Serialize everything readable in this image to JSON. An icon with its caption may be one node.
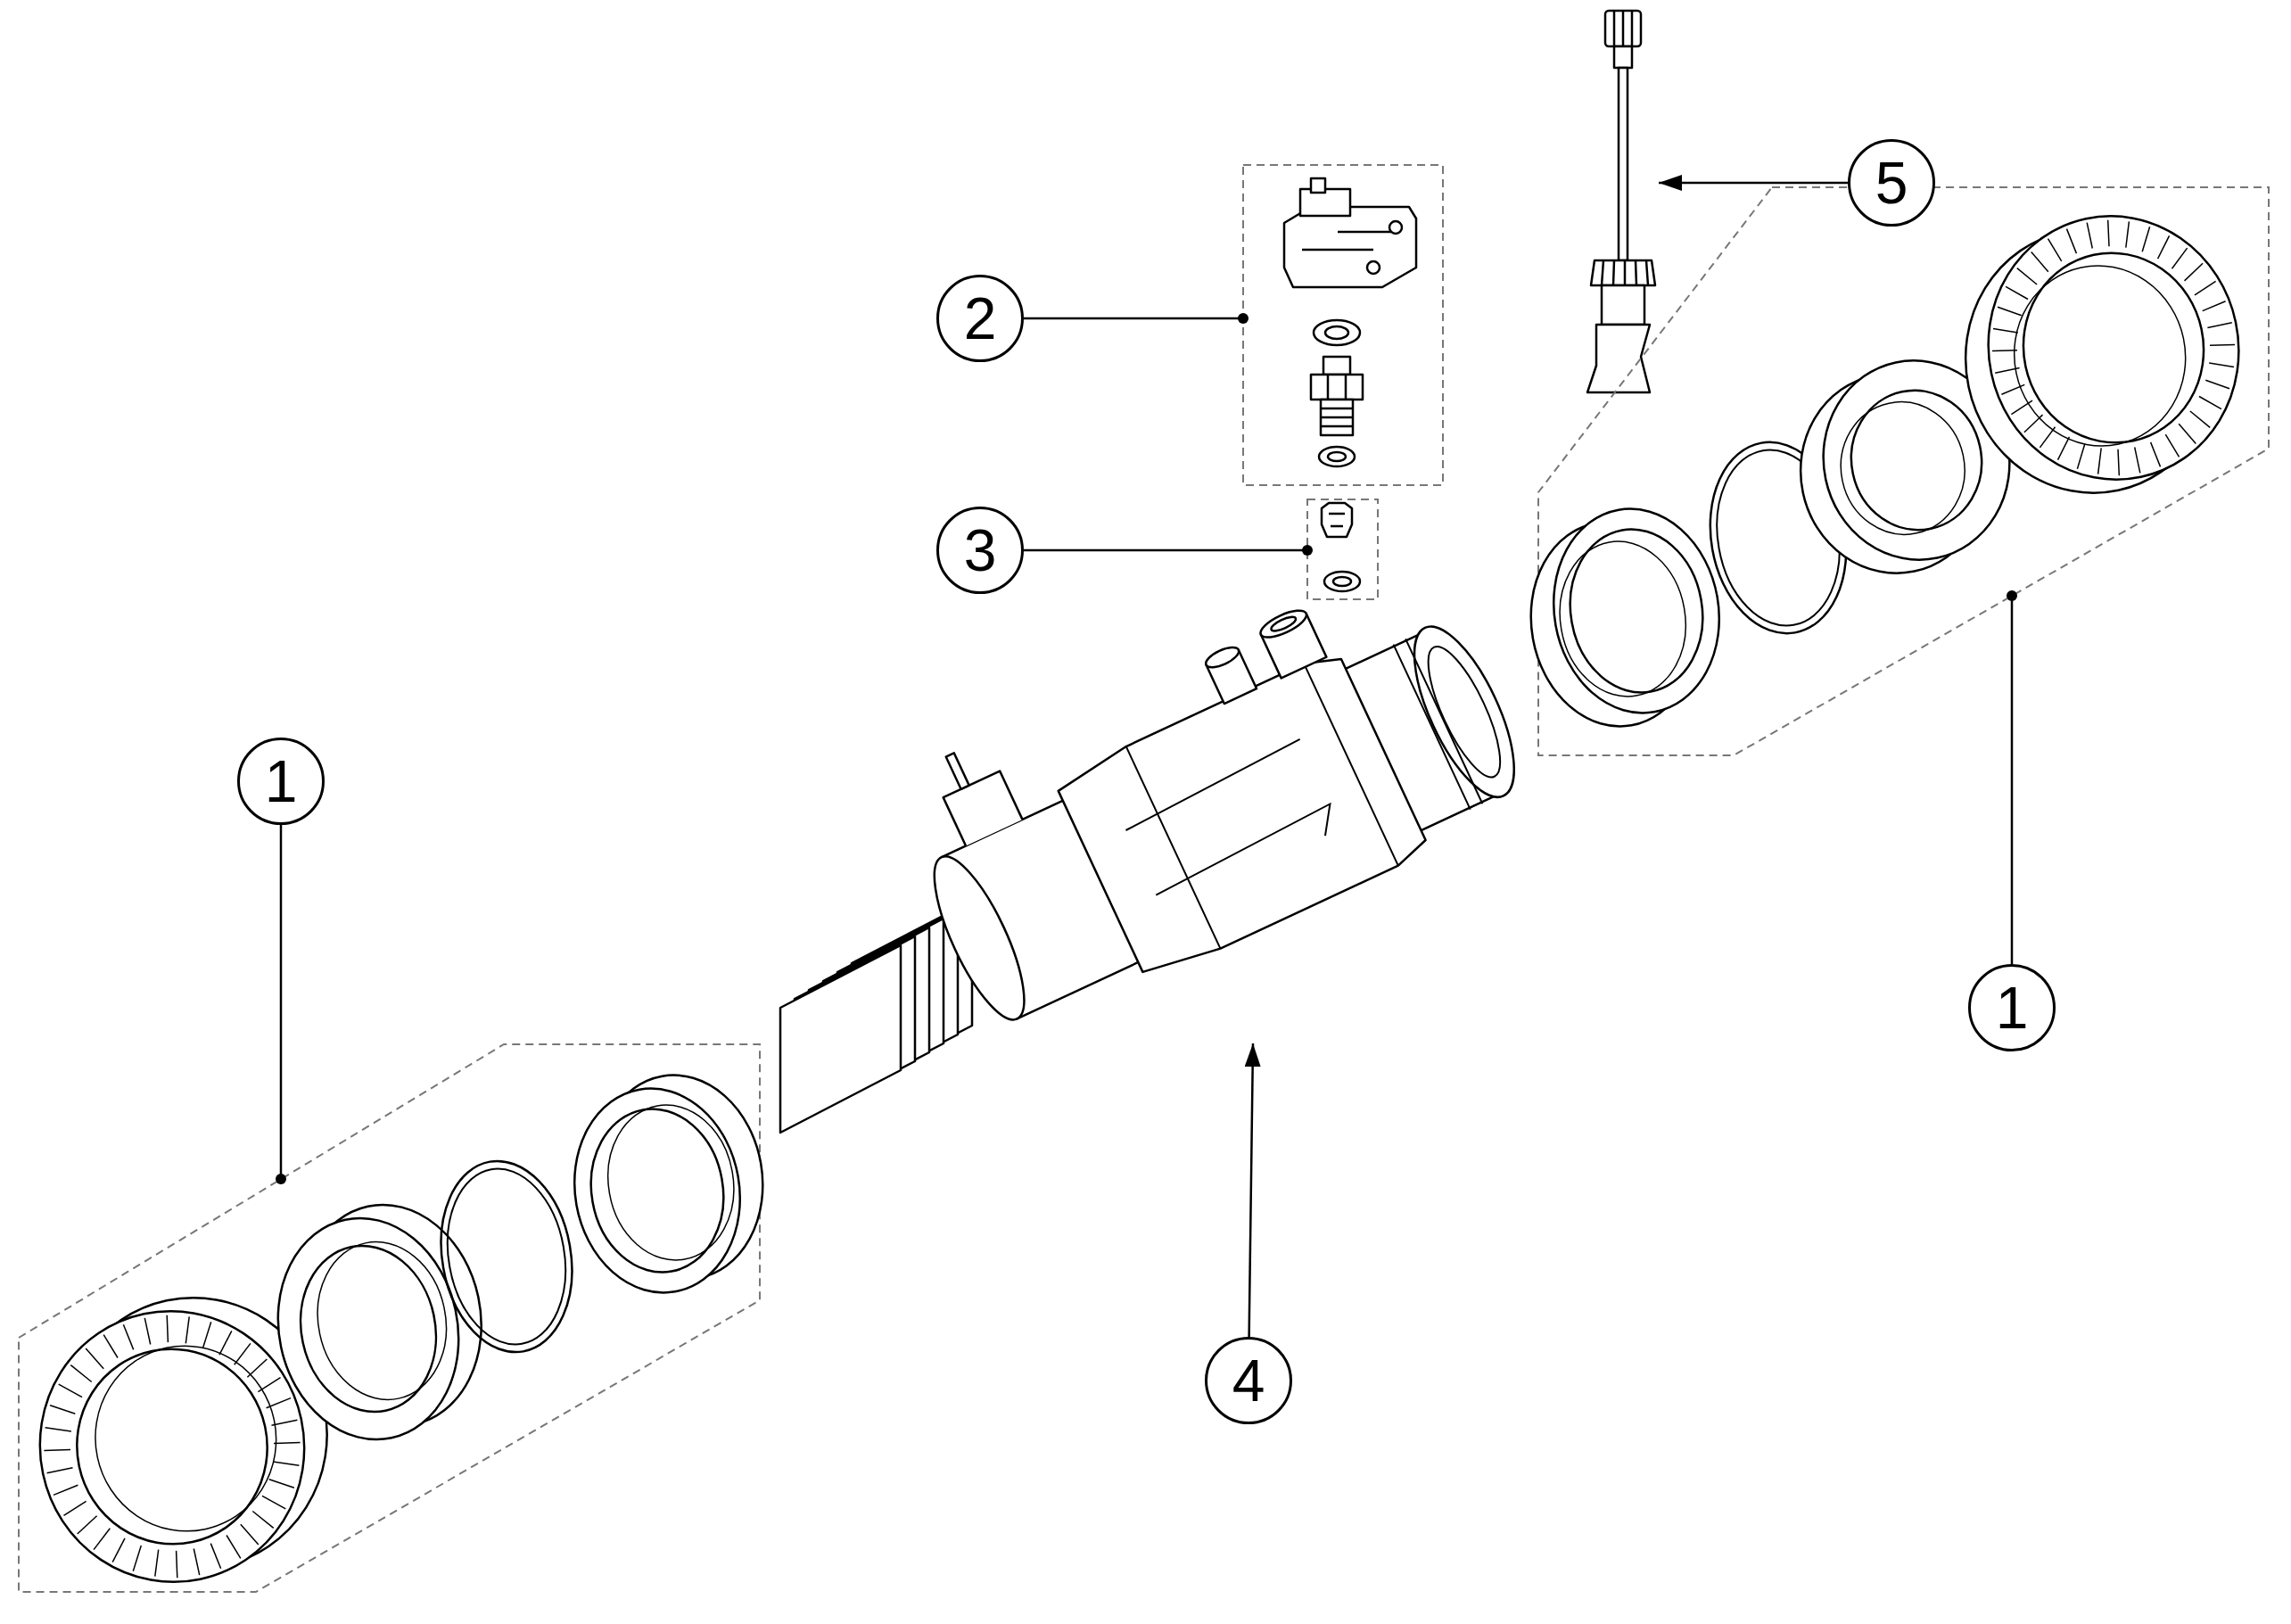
{
  "diagram": {
    "nodes": [
      {
        "text": [
          "1"
        ]
      },
      {
        "text": [],
        "shape": "box"
      },
      {
        "text": [
          "2"
        ]
      },
      {
        "text": [],
        "shape": "box"
      },
      {
        "text": [
          "3"
        ]
      },
      {
        "text": [],
        "shape": "box"
      },
      {
        "text": [
          "5"
        ]
      },
      {
        "text": [],
        "shape": "picture"
      },
      {
        "text": [],
        "shape": "box"
      },
      {
        "text": [
          "1"
        ]
      },
      {
        "text": [],
        "shape": "picture"
      },
      {
        "text": [
          "4"
        ]
      }
    ],
    "edges": [
      {
        "from": 0,
        "to": 1,
        "arrow": "other"
      },
      {
        "from": 2,
        "to": 3,
        "arrow": "other"
      },
      {
        "from": 4,
        "to": 5,
        "arrow": "other"
      },
      {
        "from": 6,
        "to": 7,
        "arrow": "to"
      },
      {
        "from": 9,
        "to": 8,
        "arrow": "other"
      },
      {
        "from": 11,
        "to": 10,
        "arrow": "to"
      }
    ]
  }
}
